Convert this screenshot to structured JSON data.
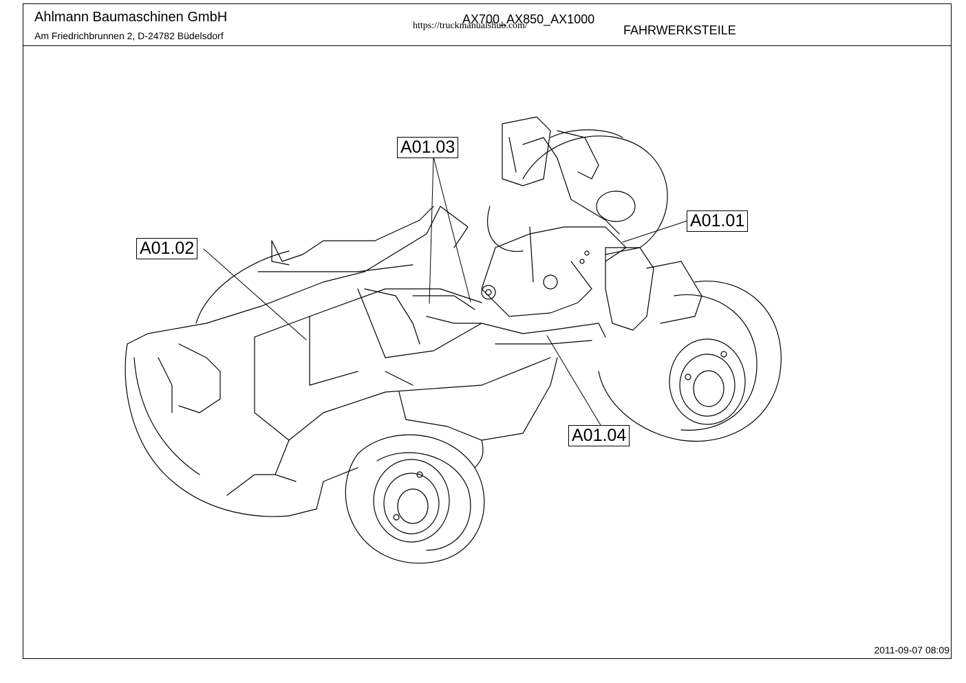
{
  "header": {
    "company": "Ahlmann Baumaschinen GmbH",
    "address": "Am Friedrichbrunnen 2,  D-24782 Büdelsdorf",
    "models": "AX700_AX850_AX1000",
    "url": "https://truckmanualshub.com/",
    "section": "FAHRWERKSTEILE"
  },
  "callouts": {
    "a0101": "A01.01",
    "a0102": "A01.02",
    "a0103": "A01.03",
    "a0104": "A01.04"
  },
  "footer": {
    "timestamp": "2011-09-07 08:09"
  }
}
